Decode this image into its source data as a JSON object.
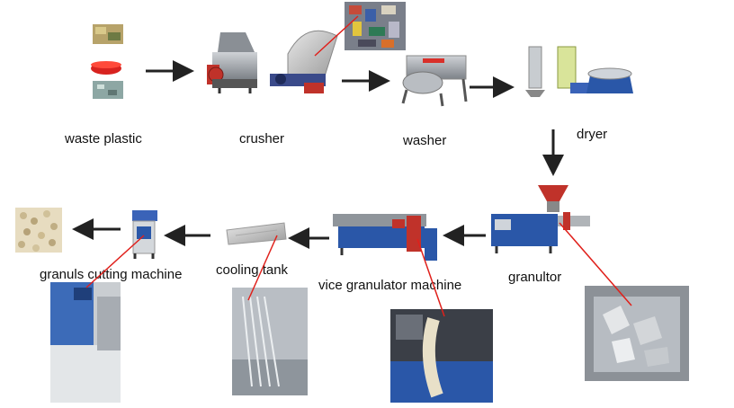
{
  "labels": {
    "waste_plastic": "waste plastic",
    "crusher": "crusher",
    "washer": "washer",
    "dryer": "dryer",
    "granultor": "granultor",
    "vice_granulator": "vice granulator machine",
    "cooling_tank": "cooling tank",
    "granuls_cutting": "granuls cutting machine"
  },
  "colors": {
    "arrow": "#222222",
    "callout": "#e0201b",
    "machine_blue": "#2a57a8",
    "machine_red": "#c0322a"
  }
}
